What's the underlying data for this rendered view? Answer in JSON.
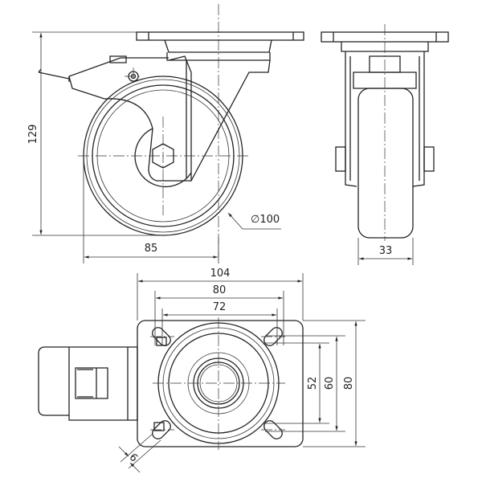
{
  "title": "Swivel castor with brake - dimensional drawing",
  "dimensions": {
    "height": "129",
    "offset": "85",
    "wheel_diameter": "∅100",
    "wheel_width": "33",
    "plate_length": "104",
    "hole_spacing_outer_x": "80",
    "hole_spacing_inner_x": "72",
    "hole_spacing_inner_y": "52",
    "hole_spacing_outer_y": "60",
    "plate_width": "80",
    "hole_size": "9"
  }
}
